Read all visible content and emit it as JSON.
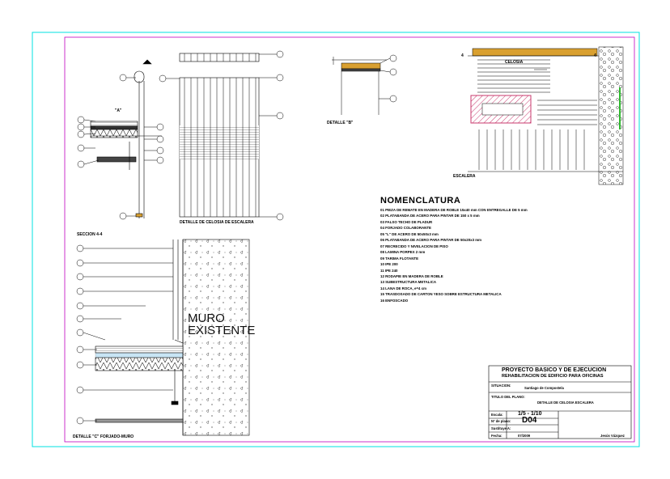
{
  "drawing": {
    "labels": {
      "seccion": "SECCION 4-4",
      "detalle_celosia": "DETALLE DE CELOSIA DE ESCALERA",
      "detalle_b": "DETALLE \"B\"",
      "detalle_c": "DETALLE \"C\" FORJADO-MURO",
      "celosia": "CELOSIA",
      "escalera": "ESCALERA",
      "muro_line1": "MURO",
      "muro_line2": "EXISTENTE",
      "tag_a": "\"A\"",
      "section_mark": "4"
    },
    "colors": {
      "frame": "#00e0e0",
      "sheet_border": "#c000c0",
      "hatch_red": "#c83a6e",
      "timber": "#d9a030",
      "vegetation": "#2fb82f",
      "line": "#000000"
    }
  },
  "nomenclatura": {
    "title": "NOMENCLATURA",
    "items": [
      "01 PIEZA DE REMATE EN   MADERA DE ROBLE 15x40 mm CON ENTREGALLE DE 5 mm",
      "02 PLATABANDA DE ACERO PARA PINTAR DE 150 x 5 mm",
      "03 FALSO TECHO DE PLADUR",
      "04 FORJADO COLABORANTE",
      "05 \"L\" DE ACERO DE 50x50x3 mm",
      "06 PLATABANDA DE ACERO PARA PINTAR DE 50x20x3 mm",
      "07 RECRECIDO Y NIVELACION DE PISO",
      "08 LAMINA PORPEX 2 mm",
      "09 TARIMA FLOTANTE",
      "10 IPE 200",
      "11 IPE 240",
      "12 RODAPIE EN MADERA DE ROBLE",
      "13 SUBESTRUCTURA METALICA",
      "14 LANA DE ROCA, e=4 cm",
      "15 TRASDOSADO DE CARTON YESO SOBRE ESTRUCTURA METALICA",
      "16 ENFOSCADO"
    ]
  },
  "title_block": {
    "project_line1": "PROYECTO BASICO Y DE EJECUCION",
    "project_line2": "REHABILITACION DE EDIFICIO PARA OFICINAS",
    "situacion_label": "SITUACION:",
    "situacion_value": "Santiago de Compostela",
    "titulo_label": "TITULO DEL PLANO:",
    "titulo_value": "DETALLE DE CELOSIA ESCALERA",
    "escala_label": "Escala:",
    "escala_value": "1/5 - 1/10",
    "plano_label": "Nº de plano:",
    "plano_value": "D04",
    "sustituye_label": "Sustituye A:",
    "fecha_label": "Fecha:",
    "fecha_value": "07/2009",
    "autor": "Jesús Vázquez"
  }
}
